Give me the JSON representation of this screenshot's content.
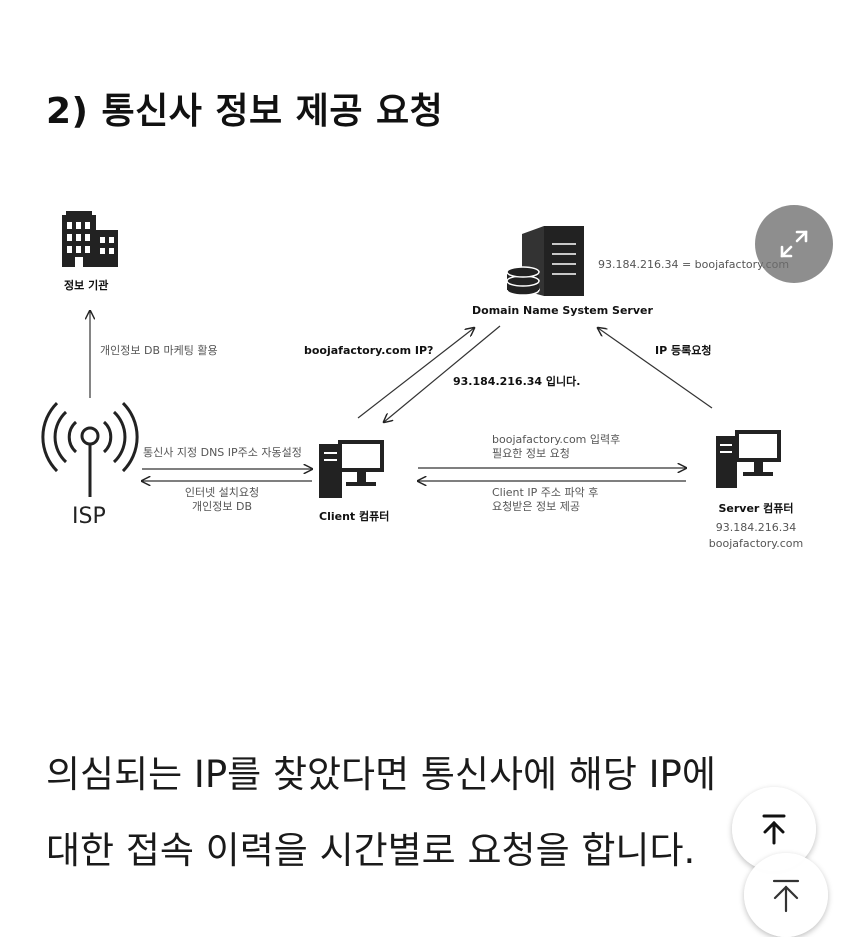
{
  "heading": "2) 통신사 정보 제공 요청",
  "diagram": {
    "info_agency_label": "정보 기관",
    "isp_to_agency_label": "개인정보 DB 마케팅 활용",
    "isp_label": "ISP",
    "isp_to_client_label": "통신사 지정 DNS IP주소 자동설정",
    "client_to_isp_line1": "인터넷 설치요청",
    "client_to_isp_line2": "개인정보 DB",
    "client_label": "Client 컴퓨터",
    "dns_server_label": "Domain Name System Server",
    "dns_mapping": "93.184.216.34  =  boojafactory.com",
    "client_query_label": "boojafactory.com IP?",
    "dns_reply_label": "93.184.216.34 입니다.",
    "ip_register_label": "IP 등록요청",
    "client_to_server_line1": "boojafactory.com 입력후",
    "client_to_server_line2": "필요한 정보 요청",
    "server_to_client_line1": "Client IP 주소 파악 후",
    "server_to_client_line2": "요청받은 정보 제공",
    "server_label": "Server 컴퓨터",
    "server_ip": "93.184.216.34",
    "server_domain": "boojafactory.com"
  },
  "paragraph": {
    "line1": "의심되는 IP를 찾았다면 통신사에 해당 IP에",
    "line2": "대한 접속 이력을 시간별로 요청을 합니다."
  },
  "icons": {
    "expand": "expand-icon",
    "scroll_top": "arrow-up-bar-icon",
    "scroll_up": "arrow-up-icon"
  }
}
